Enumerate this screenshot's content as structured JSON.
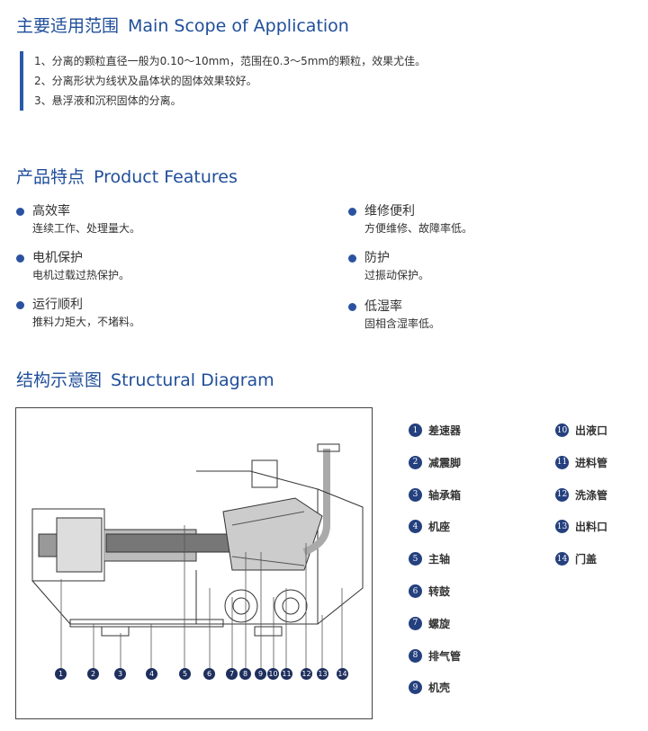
{
  "scope": {
    "title_cn": "主要适用范围",
    "title_en": "Main Scope of Application",
    "items": [
      "1、分离的颗粒直径一般为0.10～10mm，范围在0.3～5mm的颗粒，效果尤佳。",
      "2、分离形状为线状及晶体状的固体效果较好。",
      "3、悬浮液和沉积固体的分离。"
    ]
  },
  "features": {
    "title_cn": "产品特点",
    "title_en": "Product Features",
    "items": [
      {
        "title": "高效率",
        "desc": "连续工作、处理量大。"
      },
      {
        "title": "维修便利",
        "desc": "方便维修、故障率低。"
      },
      {
        "title": "电机保护",
        "desc": "电机过载过热保护。"
      },
      {
        "title": "防护",
        "desc": "过振动保护。"
      },
      {
        "title": "运行顺利",
        "desc": "推料力矩大，不堵料。"
      },
      {
        "title": "低湿率",
        "desc": "固相含湿率低。"
      }
    ]
  },
  "diagram": {
    "title_cn": "结构示意图",
    "title_en": "Structural Diagram",
    "legend": [
      {
        "n": "1",
        "label": "差速器"
      },
      {
        "n": "2",
        "label": "减震脚"
      },
      {
        "n": "3",
        "label": "轴承箱"
      },
      {
        "n": "4",
        "label": "机座"
      },
      {
        "n": "5",
        "label": "主轴"
      },
      {
        "n": "6",
        "label": "转鼓"
      },
      {
        "n": "7",
        "label": "螺旋"
      },
      {
        "n": "8",
        "label": "排气管"
      },
      {
        "n": "9",
        "label": "机壳"
      },
      {
        "n": "10",
        "label": "出液口"
      },
      {
        "n": "11",
        "label": "进料管"
      },
      {
        "n": "12",
        "label": "洗涤管"
      },
      {
        "n": "13",
        "label": "出料口"
      },
      {
        "n": "14",
        "label": "门盖"
      }
    ]
  },
  "colors": {
    "accent": "#1f4e9a",
    "bullet": "#2a52a0"
  }
}
